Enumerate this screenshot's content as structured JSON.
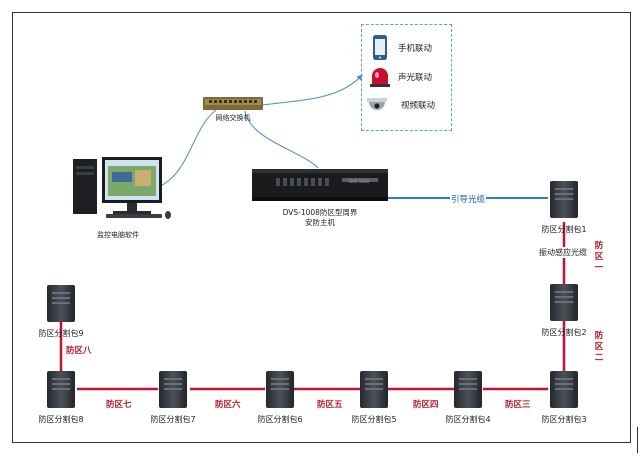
{
  "switch": {
    "label": "网络交换机"
  },
  "computer": {
    "label": "监控电脑软件"
  },
  "host": {
    "label_line1": "DVS-1008防区型周界",
    "label_line2": "安防主机",
    "panel_text": "DVS-1008"
  },
  "linkage": [
    {
      "label": "手机联动",
      "icon": "phone-icon"
    },
    {
      "label": "声光联动",
      "icon": "alarm-light-icon"
    },
    {
      "label": "视频联动",
      "icon": "camera-icon"
    }
  ],
  "cable": {
    "lead_label": "引导光缆",
    "sensing_label": "振动感应光缆"
  },
  "boxes": [
    {
      "label": "防区分割包1"
    },
    {
      "label": "防区分割包2"
    },
    {
      "label": "防区分割包3"
    },
    {
      "label": "防区分割包4"
    },
    {
      "label": "防区分割包5"
    },
    {
      "label": "防区分割包6"
    },
    {
      "label": "防区分割包7"
    },
    {
      "label": "防区分割包8"
    },
    {
      "label": "防区分割包9"
    }
  ],
  "zones": {
    "z1": "防区一",
    "z2": "防区二",
    "z3": "防区三",
    "z4": "防区四",
    "z5": "防区五",
    "z6": "防区六",
    "z7": "防区七",
    "z8": "防区八"
  },
  "colors": {
    "zone_line": "#c8102e",
    "lead_fiber": "#2a7fd4",
    "network_cable": "#4a90c2",
    "legend_border": "#5ba3cf"
  }
}
